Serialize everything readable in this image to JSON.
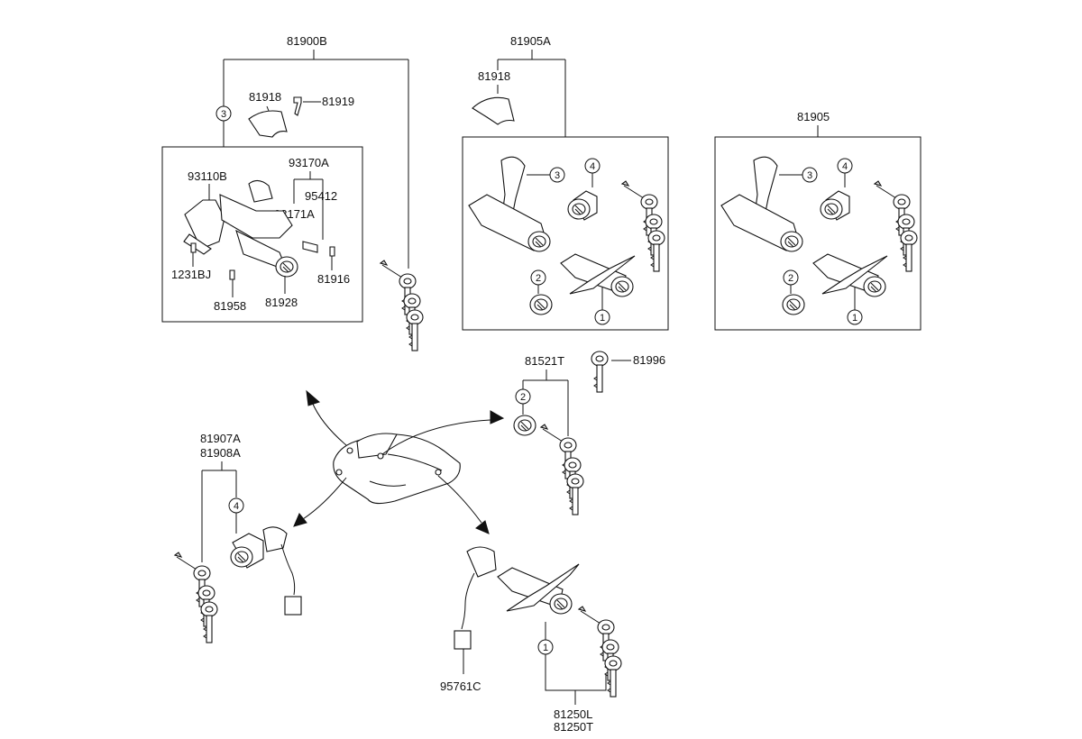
{
  "labels": {
    "l81900B": "81900B",
    "l81905A": "81905A",
    "l81918a": "81918",
    "l81919": "81919",
    "l81918b": "81918",
    "l81905": "81905",
    "l93110B": "93110B",
    "l93170A": "93170A",
    "l95412": "95412",
    "l93171A": "93171A",
    "l1231BJ": "1231BJ",
    "l81916": "81916",
    "l81958": "81958",
    "l81928": "81928",
    "l81521T": "81521T",
    "l81996": "81996",
    "l81907A": "81907A",
    "l81908A": "81908A",
    "l95761C": "95761C",
    "l81250L": "81250L",
    "l81250T": "81250T"
  },
  "callouts": {
    "c3a": "3",
    "c3b": "3",
    "c4b": "4",
    "c2b": "2",
    "c1b": "1",
    "c3c": "3",
    "c4c": "4",
    "c2c": "2",
    "c1c": "1",
    "c2d": "2",
    "c4e": "4",
    "c1f": "1"
  }
}
